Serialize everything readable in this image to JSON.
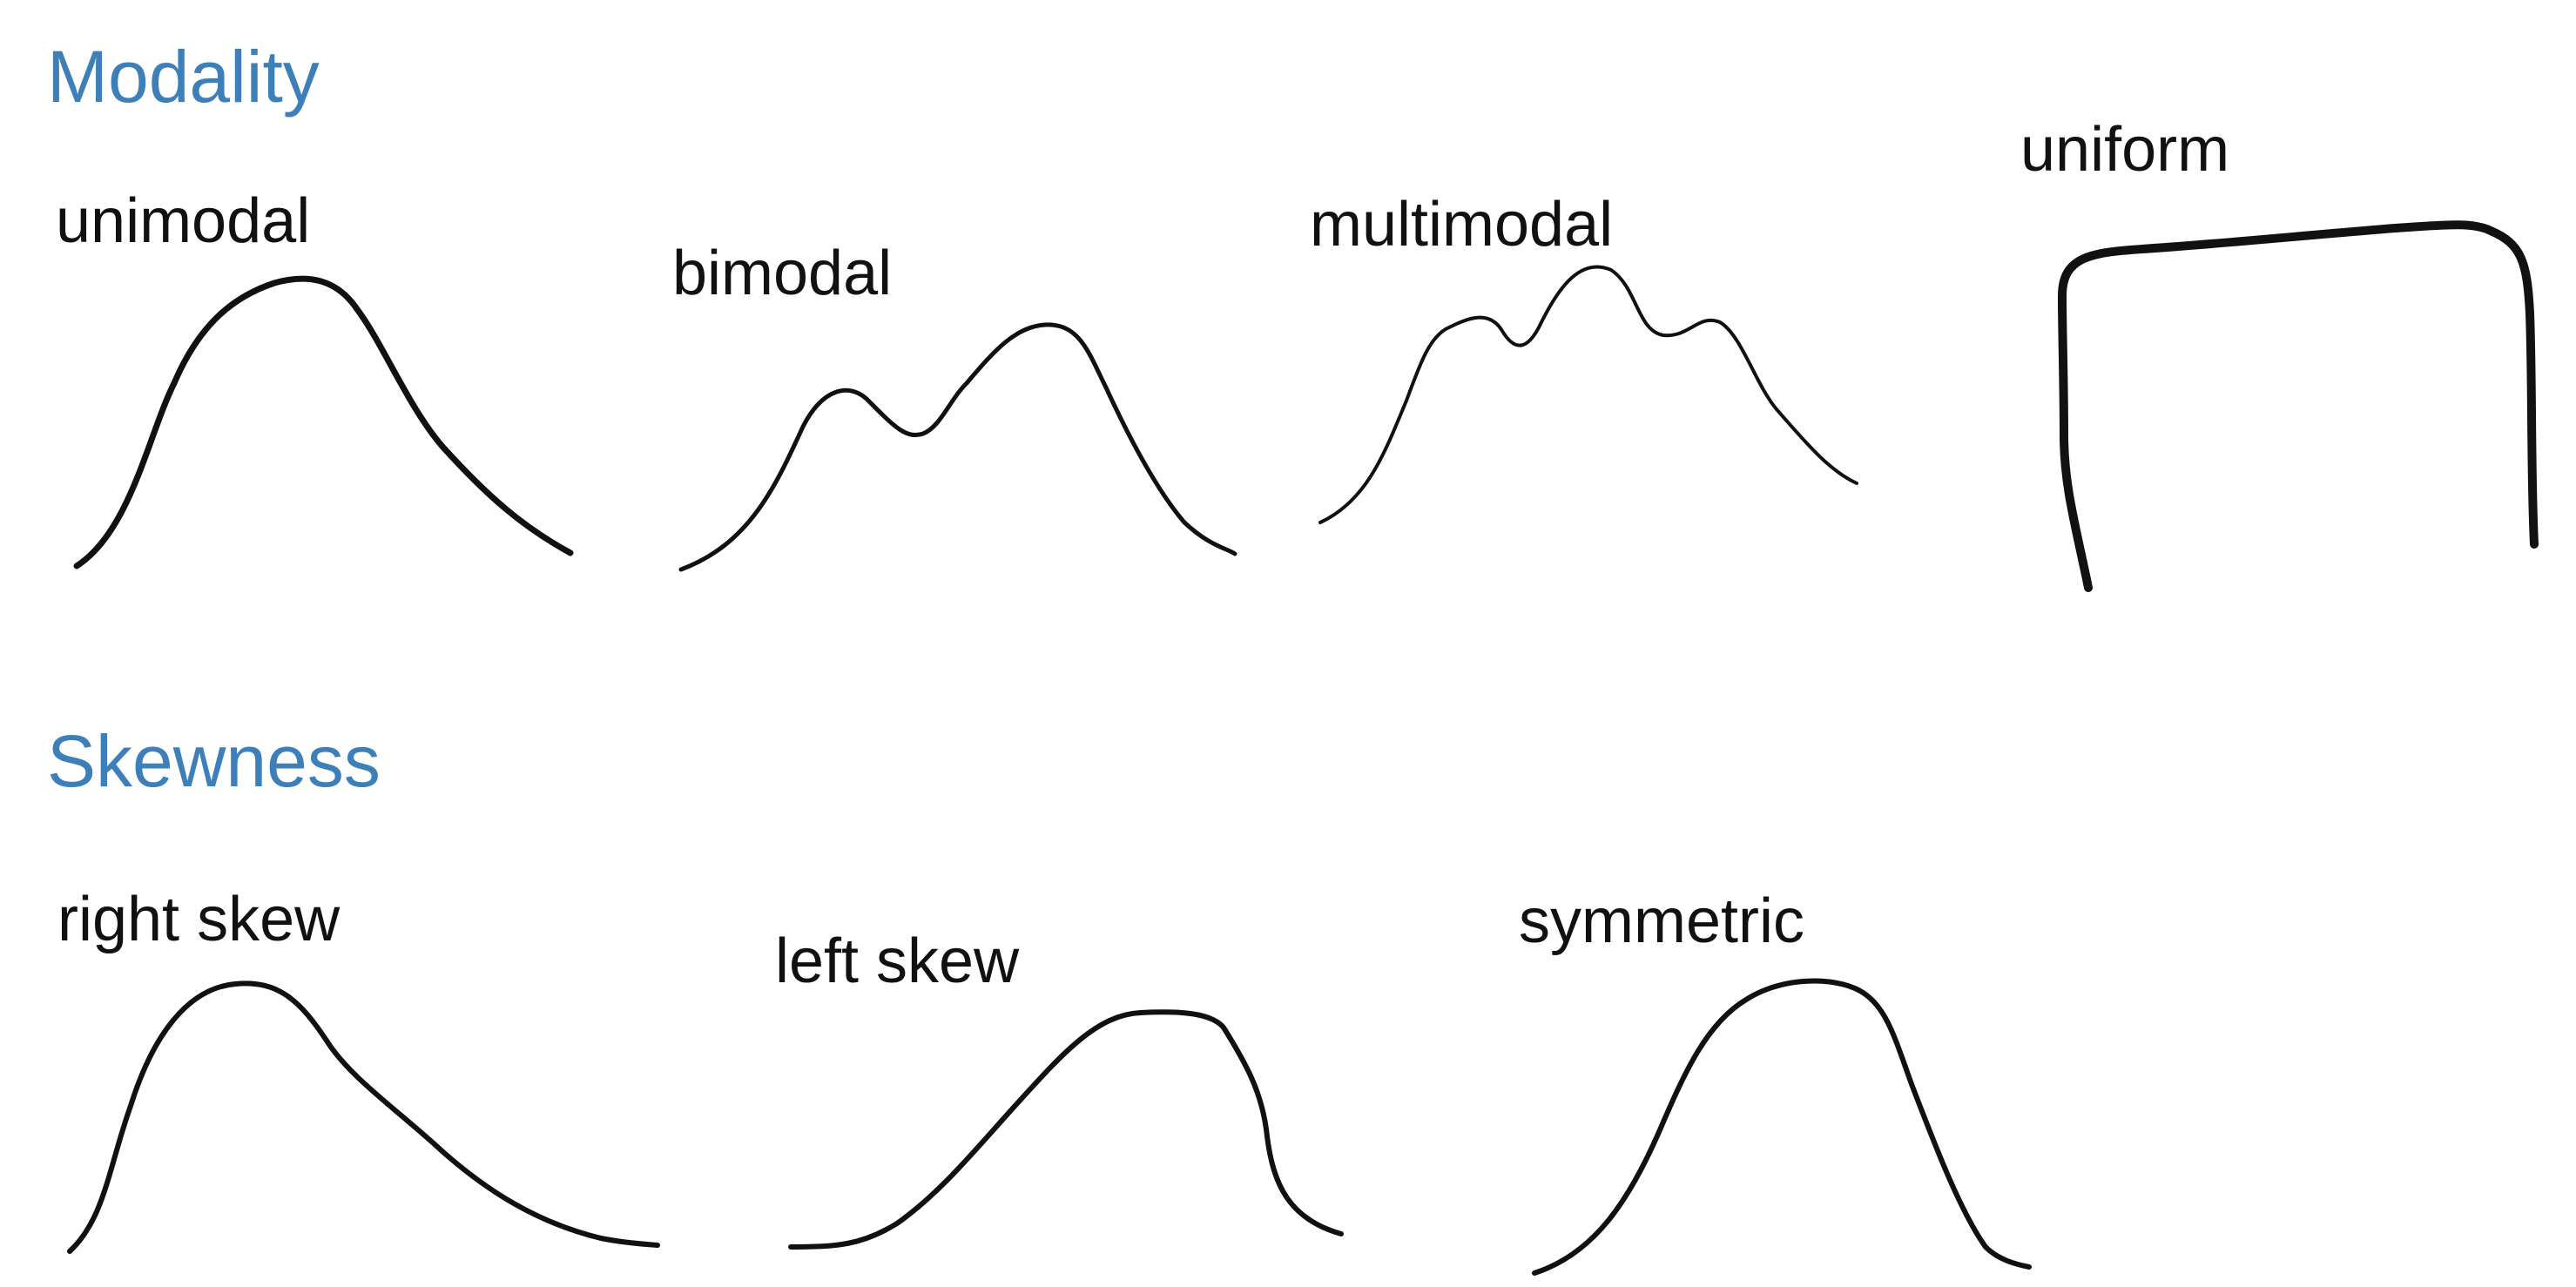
{
  "colors": {
    "heading": "#3d7fb8",
    "ink": "#111111"
  },
  "sections": {
    "modality": {
      "title": "Modality",
      "items": [
        {
          "label": "unimodal",
          "icon": "unimodal-curve-icon"
        },
        {
          "label": "bimodal",
          "icon": "bimodal-curve-icon"
        },
        {
          "label": "multimodal",
          "icon": "multimodal-curve-icon"
        },
        {
          "label": "uniform",
          "icon": "uniform-curve-icon"
        }
      ]
    },
    "skewness": {
      "title": "Skewness",
      "items": [
        {
          "label": "right skew",
          "icon": "right-skew-curve-icon"
        },
        {
          "label": "left skew",
          "icon": "left-skew-curve-icon"
        },
        {
          "label": "symmetric",
          "icon": "symmetric-curve-icon"
        }
      ]
    }
  }
}
